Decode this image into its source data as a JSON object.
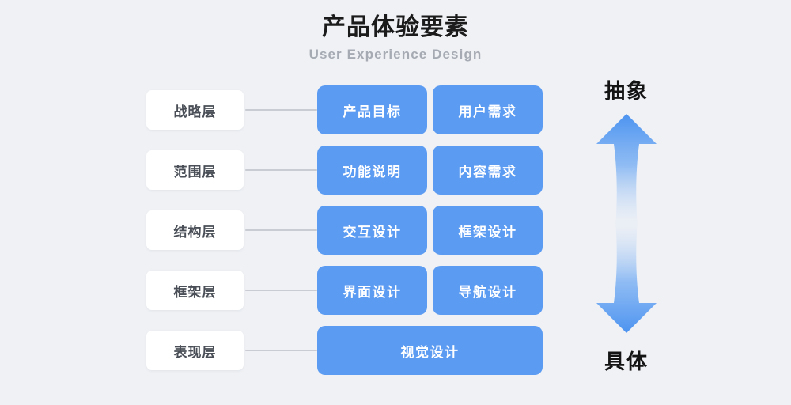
{
  "header": {
    "title": "产品体验要素",
    "subtitle": "User Experience Design"
  },
  "colors": {
    "background": "#eff1f5",
    "card_blue": "#5b9bf2",
    "label_white": "#ffffff",
    "connector_gray": "#c9ccd2",
    "title_black": "#1b1b1b",
    "subtitle_gray": "#a6aab2"
  },
  "diagram": {
    "rows": [
      {
        "layer": "战略层",
        "cards": [
          "产品目标",
          "用户需求"
        ]
      },
      {
        "layer": "范围层",
        "cards": [
          "功能说明",
          "内容需求"
        ]
      },
      {
        "layer": "结构层",
        "cards": [
          "交互设计",
          "框架设计"
        ]
      },
      {
        "layer": "框架层",
        "cards": [
          "界面设计",
          "导航设计"
        ]
      },
      {
        "layer": "表现层",
        "cards": [
          "视觉设计"
        ]
      }
    ]
  },
  "axis": {
    "top_label": "抽象",
    "bottom_label": "具体",
    "up_arrow_icon": "arrow-up-icon",
    "down_arrow_icon": "arrow-down-icon"
  }
}
